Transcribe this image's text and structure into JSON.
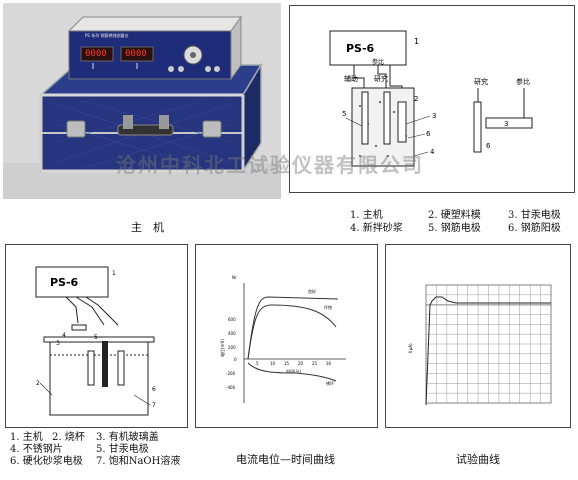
{
  "main_unit": {
    "caption": "主　机",
    "panel_label": "PS 系列 钢筋锈蚀测量仪",
    "display_left": "0000",
    "display_right": "0000"
  },
  "watermark": "沧州中科北工试验仪器有限公司",
  "diagram_top": {
    "ps_label": "PS-6",
    "ref_label": "参比",
    "aux_label": "辅助",
    "study_label": "研究",
    "study_label_right": "研究",
    "ref_label_right": "参比",
    "numbers": [
      "1",
      "2",
      "3",
      "4",
      "5",
      "6",
      "3",
      "6"
    ],
    "legend": [
      [
        "1. 主机",
        "2. 硬塑料模",
        "3. 甘汞电极"
      ],
      [
        "4. 新拌砂浆",
        "5. 钢筋电极",
        "6. 钢筋阳极"
      ]
    ]
  },
  "diagram_bottom": {
    "ps_label": "PS-6",
    "numbers": [
      "1",
      "2",
      "3",
      "4",
      "5",
      "6",
      "7"
    ],
    "legend": [
      [
        "1. 主机",
        "2. 烧杯",
        "3. 有机玻璃盖"
      ],
      [
        "4. 不锈钢片",
        "5. 甘汞电极"
      ],
      [
        "6. 硬化砂浆电极",
        "7. 饱和NaOH溶液"
      ]
    ]
  },
  "curve_chart": {
    "caption": "电流电位—时间曲线",
    "ylabel": "电位(mV)",
    "xlabel": "时间(分)",
    "yticks": [
      "600",
      "400",
      "200",
      "0",
      "-200",
      "-400"
    ],
    "xticks": [
      "5",
      "10",
      "15",
      "20",
      "25",
      "30"
    ],
    "series_labels": [
      "良好",
      "坏蚀",
      "锈坏"
    ],
    "tiny_label": "Nr"
  },
  "test_chart": {
    "caption": "试验曲线",
    "ylabel": "I(μA)"
  }
}
